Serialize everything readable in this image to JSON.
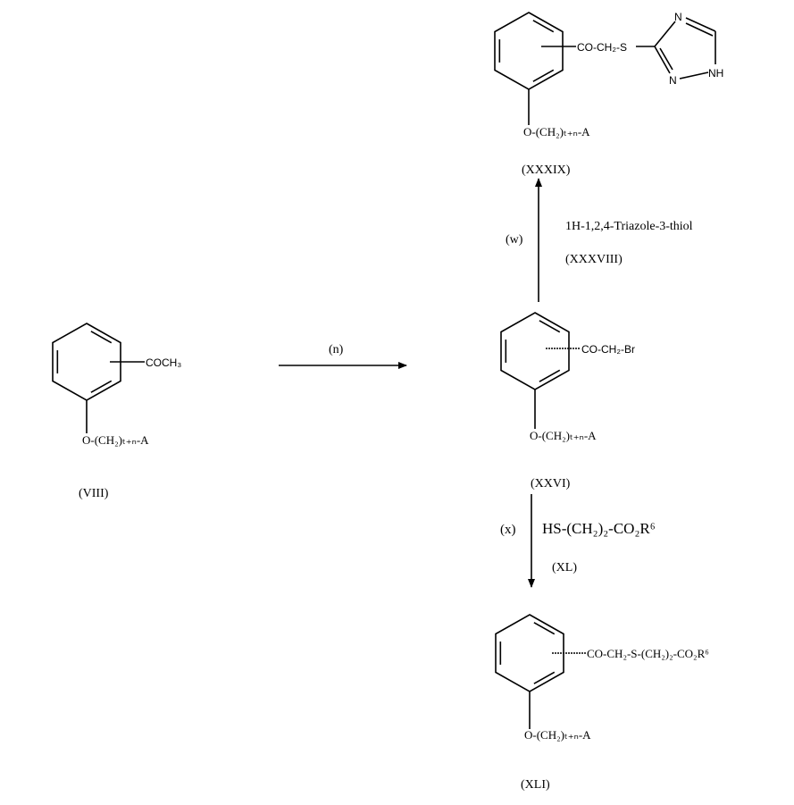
{
  "compounds": {
    "viii": {
      "label": "(VIII)",
      "substituent": "COCH₃",
      "chain": "O-(CH₂)ₜ₊ₙ-A"
    },
    "xxvi": {
      "label": "(XXVI)",
      "substituent": "CO-CH₂-Br",
      "chain": "O-(CH₂)ₜ₊ₙ-A"
    },
    "xxxix": {
      "label": "(XXXIX)",
      "substituent": "CO-CH₂-S",
      "chain": "O-(CH₂)ₜ₊ₙ-A",
      "ring_atoms": {
        "n_top": "N",
        "n_bottom": "N",
        "nh": "NH"
      }
    },
    "xli": {
      "label": "(XLI)",
      "substituent": "CO-CH₂-S-(CH₂)₂-CO₂R⁶",
      "chain": "O-(CH₂)ₜ₊ₙ-A"
    }
  },
  "reactions": {
    "n": {
      "step": "(n)"
    },
    "w": {
      "step": "(w)",
      "reagent": "1H-1,2,4-Triazole-3-thiol",
      "reagent_label": "(XXXVIII)"
    },
    "x": {
      "step": "(x)",
      "reagent": "HS-(CH₂)₂-CO₂R⁶",
      "reagent_label": "(XL)"
    }
  }
}
